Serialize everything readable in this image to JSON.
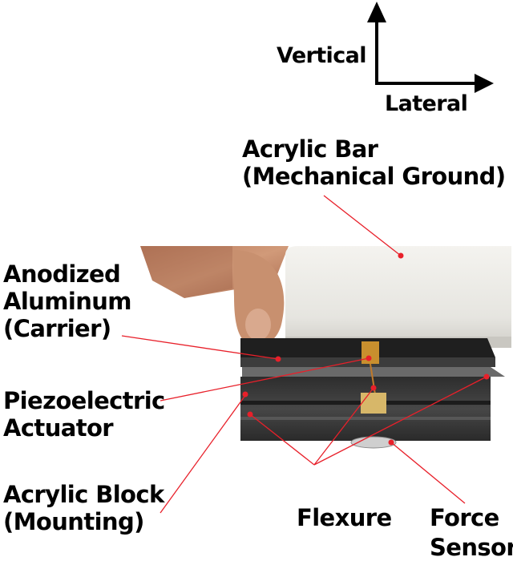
{
  "axes": {
    "vertical_label": "Vertical",
    "lateral_label": "Lateral"
  },
  "labels": {
    "acrylic_bar": [
      "Acrylic Bar",
      "(Mechanical Ground)"
    ],
    "anodized_aluminum": [
      "Anodized",
      "Aluminum",
      "(Carrier)"
    ],
    "piezo_actuator": [
      "Piezoelectric",
      "Actuator"
    ],
    "acrylic_block": [
      "Acrylic Block",
      "(Mounting)"
    ],
    "flexure": "Flexure",
    "force_sensor": [
      "Force",
      "Sensor"
    ]
  },
  "colors": {
    "leader_line": "#e8202a",
    "text": "#000000",
    "acrylic_bar": "#ecebe7",
    "aluminum": "#2a2a2a",
    "block": "#3a3a3a",
    "skin": "#c9906f"
  }
}
